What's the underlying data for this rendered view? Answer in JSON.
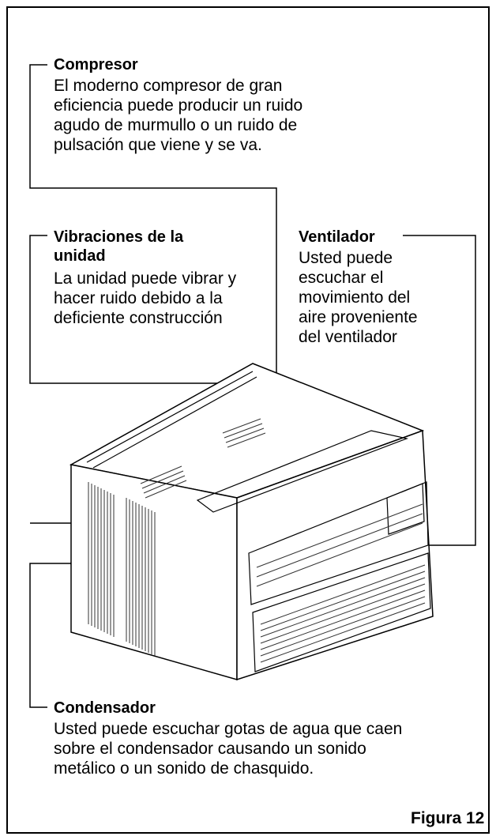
{
  "compresor": {
    "title": "Compresor",
    "desc": [
      "El moderno compresor de gran",
      "eficiencia puede producir un ruido",
      "agudo de murmullo o un ruido de",
      "pulsación que viene y se va."
    ]
  },
  "vibraciones": {
    "title": [
      "Vibraciones de la",
      "unidad"
    ],
    "desc": [
      "La unidad puede vibrar y",
      "hacer ruido debido a la",
      "deficiente construcción"
    ]
  },
  "ventilador": {
    "title": "Ventilador",
    "desc": [
      "Usted puede",
      "escuchar el",
      "movimiento del",
      "aire proveniente",
      "del ventilador"
    ]
  },
  "condensador": {
    "title": "Condensador",
    "desc": [
      "Usted puede escuchar gotas de agua que caen",
      "sobre el condensador causando un sonido",
      "metálico o un sonido de chasquido."
    ]
  },
  "figure_label": "Figura 12",
  "colors": {
    "line": "#000000",
    "unit_fill": "#ffffff",
    "grille": "#333333"
  }
}
